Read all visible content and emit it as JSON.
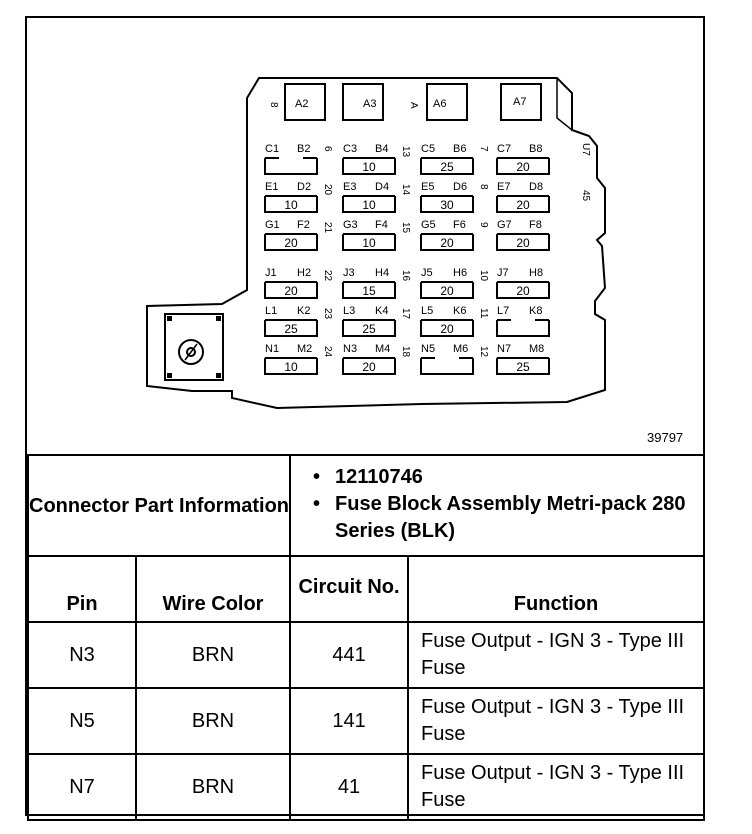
{
  "figure_number": "39797",
  "connector_cavities": [
    {
      "id": "A2",
      "side": "8"
    },
    {
      "id": "A3",
      "side": ""
    },
    {
      "id": "A6",
      "side": "A"
    },
    {
      "id": "A7",
      "side": ""
    }
  ],
  "fuse_rows": [
    {
      "number": "",
      "slots": [
        {
          "left": "C1",
          "right": "B2",
          "rating": "",
          "marker": "6"
        },
        {
          "left": "C3",
          "right": "B4",
          "rating": "10",
          "marker": "13"
        },
        {
          "left": "C5",
          "right": "B6",
          "rating": "25",
          "marker": "7"
        },
        {
          "left": "C7",
          "right": "B8",
          "rating": "20",
          "marker": ""
        }
      ]
    },
    {
      "number": "",
      "slots": [
        {
          "left": "E1",
          "right": "D2",
          "rating": "10",
          "marker": "20"
        },
        {
          "left": "E3",
          "right": "D4",
          "rating": "10",
          "marker": "14"
        },
        {
          "left": "E5",
          "right": "D6",
          "rating": "30",
          "marker": "8"
        },
        {
          "left": "E7",
          "right": "D8",
          "rating": "20",
          "marker": ""
        }
      ]
    },
    {
      "number": "",
      "slots": [
        {
          "left": "G1",
          "right": "F2",
          "rating": "20",
          "marker": "21"
        },
        {
          "left": "G3",
          "right": "F4",
          "rating": "10",
          "marker": "15"
        },
        {
          "left": "G5",
          "right": "F6",
          "rating": "20",
          "marker": "9"
        },
        {
          "left": "G7",
          "right": "F8",
          "rating": "20",
          "marker": ""
        }
      ]
    },
    {
      "number": "",
      "slots": [
        {
          "left": "J1",
          "right": "H2",
          "rating": "20",
          "marker": "22"
        },
        {
          "left": "J3",
          "right": "H4",
          "rating": "15",
          "marker": "16"
        },
        {
          "left": "J5",
          "right": "H6",
          "rating": "20",
          "marker": "10"
        },
        {
          "left": "J7",
          "right": "H8",
          "rating": "20",
          "marker": ""
        }
      ]
    },
    {
      "number": "",
      "slots": [
        {
          "left": "L1",
          "right": "K2",
          "rating": "25",
          "marker": "23"
        },
        {
          "left": "L3",
          "right": "K4",
          "rating": "25",
          "marker": "17"
        },
        {
          "left": "L5",
          "right": "K6",
          "rating": "20",
          "marker": "11"
        },
        {
          "left": "L7",
          "right": "K8",
          "rating": "",
          "marker": ""
        }
      ]
    },
    {
      "number": "",
      "slots": [
        {
          "left": "N1",
          "right": "M2",
          "rating": "10",
          "marker": "24"
        },
        {
          "left": "N3",
          "right": "M4",
          "rating": "20",
          "marker": "18"
        },
        {
          "left": "N5",
          "right": "M6",
          "rating": "",
          "marker": "12"
        },
        {
          "left": "N7",
          "right": "M8",
          "rating": "25",
          "marker": ""
        }
      ]
    }
  ],
  "side_labels": [
    "U7",
    "45"
  ],
  "connector_info": {
    "label": "Connector Part Information",
    "parts": [
      "12110746",
      "Fuse Block Assembly Metri-pack 280 Series (BLK)"
    ]
  },
  "table": {
    "headers": {
      "pin": "Pin",
      "wire_color": "Wire Color",
      "circuit": "Circuit No.",
      "function": "Function"
    },
    "rows": [
      {
        "pin": "N3",
        "wire_color": "BRN",
        "circuit": "441",
        "function": "Fuse Output - IGN 3 - Type III Fuse"
      },
      {
        "pin": "N5",
        "wire_color": "BRN",
        "circuit": "141",
        "function": "Fuse Output - IGN 3 - Type III Fuse"
      },
      {
        "pin": "N7",
        "wire_color": "BRN",
        "circuit": "41",
        "function": "Fuse Output - IGN 3 - Type III Fuse"
      }
    ]
  }
}
